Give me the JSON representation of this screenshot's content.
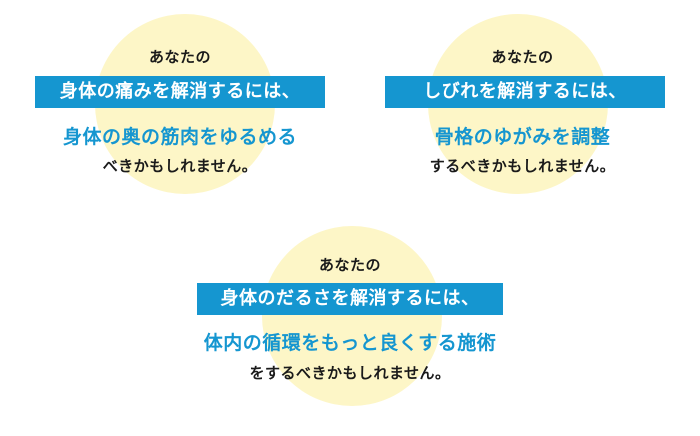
{
  "colors": {
    "accent": "#1596d0",
    "circle": "#fdf6c7",
    "text": "#1a1a1a"
  },
  "cards": [
    {
      "intro": "あなたの",
      "highlight": "身体の痛みを解消するには、",
      "headline": "身体の奥の筋肉をゆるめる",
      "tail": "べきかもしれません。"
    },
    {
      "intro": "あなたの",
      "highlight": "しびれを解消するには、",
      "headline": "骨格のゆがみを調整",
      "tail": "するべきかもしれません。"
    },
    {
      "intro": "あなたの",
      "highlight": "身体のだるさを解消するには、",
      "headline": "体内の循環をもっと良くする施術",
      "tail": "をするべきかもしれません。"
    }
  ]
}
